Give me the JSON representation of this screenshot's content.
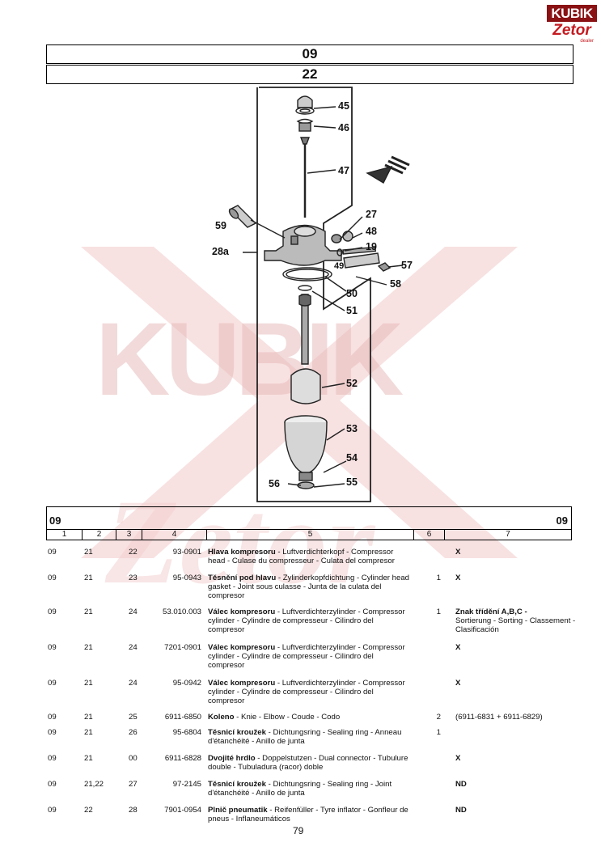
{
  "logo": {
    "brand": "KUBIK",
    "sub": "Zetor",
    "tag": "dealer"
  },
  "header": {
    "group": "09",
    "subgroup": "22"
  },
  "diagram": {
    "callouts": [
      "45",
      "46",
      "47",
      "27",
      "48",
      "19",
      "57",
      "49",
      "58",
      "59",
      "28a",
      "50",
      "51",
      "52",
      "53",
      "54",
      "56",
      "55"
    ]
  },
  "table": {
    "group_left": "09",
    "group_right": "09",
    "columns": [
      "1",
      "2",
      "3",
      "4",
      "5",
      "6",
      "7"
    ],
    "rows": [
      {
        "c1": "09",
        "c2": "21",
        "c3": "22",
        "c4": "93-0901",
        "name": "Hlava kompresoru",
        "desc": " - Luftverdichterkopf - Compressor head - Culase du compresseur - Culata del compresor",
        "qty": "",
        "note": "X",
        "note_bold": true
      },
      {
        "c1": "09",
        "c2": "21",
        "c3": "23",
        "c4": "95-0943",
        "name": "Těsnění pod hlavu",
        "desc": " - Zylinderkopfdichtung - Cylinder head gasket - Joint sous culasse - Junta de la culata del compresor",
        "qty": "1",
        "note": "X",
        "note_bold": true
      },
      {
        "c1": "09",
        "c2": "21",
        "c3": "24",
        "c4": "53.010.003",
        "name": "Válec kompresoru",
        "desc": " - Luftverdichterzylinder - Compressor cylinder - Cylindre de compresseur - Cilindro del compresor",
        "qty": "1",
        "note_bold": false,
        "note_title": "Znak třídění A,B,C -",
        "note": "Sortierung - Sorting - Classement - Clasificación"
      },
      {
        "c1": "09",
        "c2": "21",
        "c3": "24",
        "c4": "7201-0901",
        "name": "Válec kompresoru",
        "desc": " - Luftverdichterzylinder - Compressor cylinder - Cylindre de compresseur - Cilindro del compresor",
        "qty": "",
        "note": "X",
        "note_bold": true
      },
      {
        "c1": "09",
        "c2": "21",
        "c3": "24",
        "c4": "95-0942",
        "name": "Válec kompresoru",
        "desc": " - Luftverdichterzylinder - Compressor cylinder - Cylindre de compresseur - Cilindro del compresor",
        "qty": "",
        "note": "X",
        "note_bold": true
      },
      {
        "c1": "09",
        "c2": "21",
        "c3": "25",
        "c4": "6911-6850",
        "name": "Koleno",
        "desc": " - Knie - Elbow - Coude - Codo",
        "qty": "2",
        "note": "(6911-6831 + 6911-6829)",
        "note_bold": false
      },
      {
        "c1": "09",
        "c2": "21",
        "c3": "26",
        "c4": "95-6804",
        "name": "Těsnicí kroužek",
        "desc": " - Dichtungsring - Sealing ring - Anneau d'étanchéité - Anillo de junta",
        "qty": "1",
        "note": "",
        "note_bold": false
      },
      {
        "c1": "09",
        "c2": "21",
        "c3": "00",
        "c4": "6911-6828",
        "name": "Dvojité hrdlo",
        "desc": " - Doppelstutzen - Dual connector - Tubulure double - Tubuladura (racor) doble",
        "qty": "",
        "note": "X",
        "note_bold": true
      },
      {
        "c1": "09",
        "c2": "21,22",
        "c3": "27",
        "c4": "97-2145",
        "name": "Těsnicí kroužek",
        "desc": " - Dichtungsring - Sealing ring - Joint d'étanchéité - Anillo de junta",
        "qty": "",
        "note": "ND",
        "note_bold": true
      },
      {
        "c1": "09",
        "c2": "22",
        "c3": "28",
        "c4": "7901-0954",
        "name": "Plnič pneumatik",
        "desc": " - Reifenfüller - Tyre inflator - Gonfleur de pneus - Inflaneumáticos",
        "qty": "",
        "note": "ND",
        "note_bold": true
      }
    ]
  },
  "page_number": "79"
}
